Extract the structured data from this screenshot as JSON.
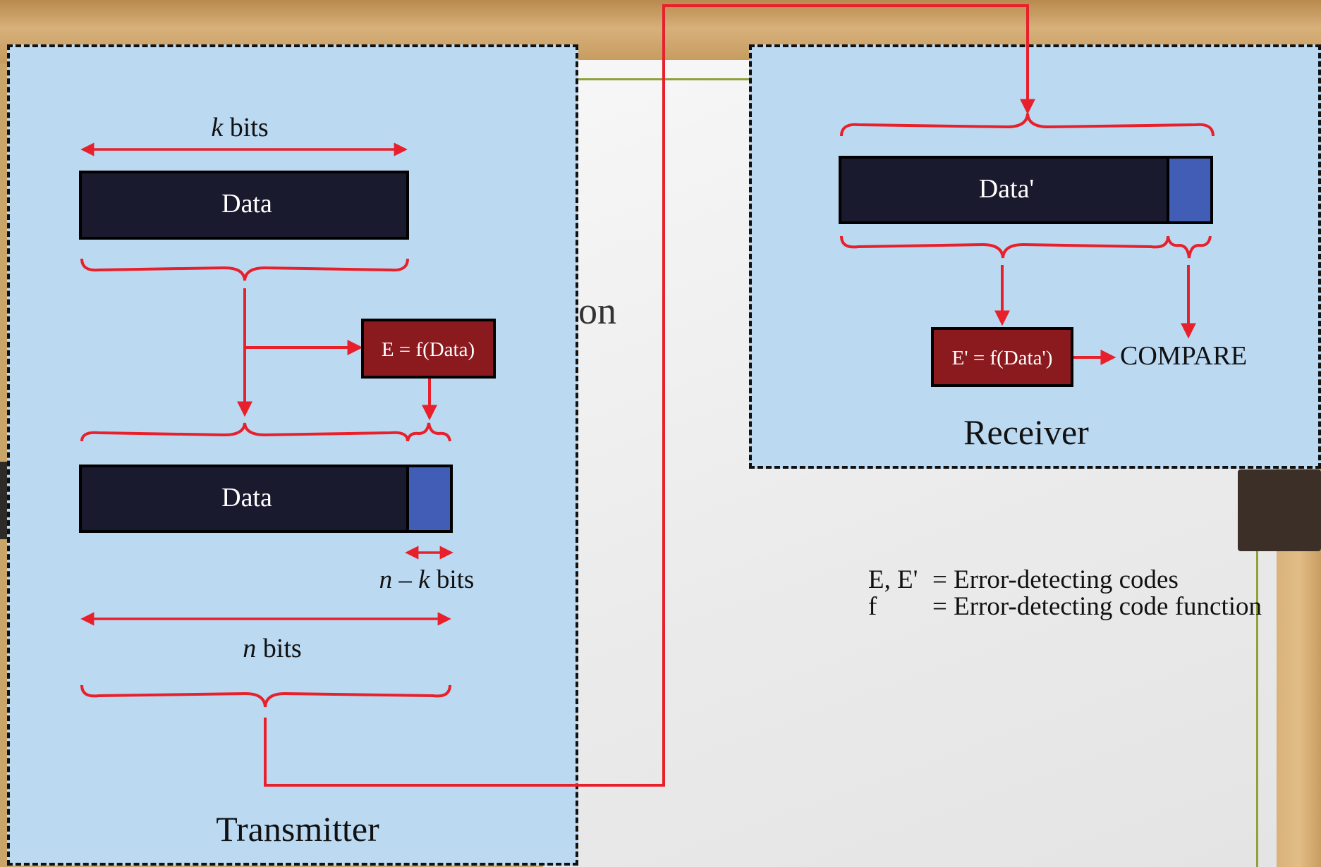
{
  "background_slide": {
    "title_fragment": "on"
  },
  "transmitter": {
    "label": "Transmitter",
    "k_bits_var": "k",
    "bits_word": "bits",
    "data_label": "Data",
    "encoder_label": "E = f(Data)",
    "codeword_data_label": "Data",
    "nk_bits_var": "n – k",
    "n_bits_var": "n"
  },
  "receiver": {
    "label": "Receiver",
    "data_label": "Data'",
    "encoder_label": "E' = f(Data')",
    "compare_label": "COMPARE"
  },
  "legend": {
    "line1_key": "E, E'",
    "line1_value": "= Error-detecting codes",
    "line2_key": "f",
    "line2_value": "= Error-detecting code function"
  },
  "colors": {
    "box_fill": "#bcd9f2",
    "data_fill": "#1a1a2e",
    "check_fill": "#425db5",
    "encoder_fill": "#8b1a1f",
    "arrow": "#e8202b"
  }
}
